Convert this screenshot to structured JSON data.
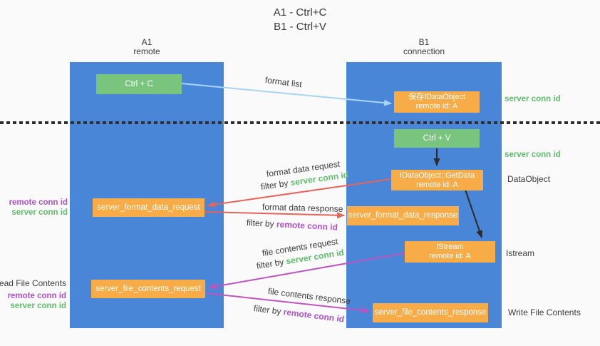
{
  "title": {
    "line1": "A1 - Ctrl+C",
    "line2": "B1 - Ctrl+V"
  },
  "columns": {
    "left": {
      "name": "A1",
      "role": "remote"
    },
    "right": {
      "name": "B1",
      "role": "connection"
    }
  },
  "nodes": {
    "ctrl_c": {
      "label": "Ctrl + C"
    },
    "save_dataobject": {
      "line1": "保存IDataObject",
      "line2": "remote id: A"
    },
    "ctrl_v": {
      "label": "Ctrl + V"
    },
    "getdata": {
      "line1": "IDataObject::GetData",
      "line2": "remote id: A"
    },
    "format_request": {
      "label": "server_format_data_request"
    },
    "format_response": {
      "label": "server_format_data_response"
    },
    "istream": {
      "line1": "IStream",
      "line2": "remote id: A"
    },
    "file_request": {
      "label": "server_file_contents_request"
    },
    "file_response": {
      "label": "server_file_contents_response"
    }
  },
  "flow_labels": {
    "format_list": "format list",
    "format_data_request": "format data request",
    "format_data_response": "format data response",
    "file_contents_request": "file contents request",
    "file_contents_response": "file contents response",
    "filter_by": "filter by ",
    "server_conn_id": "server conn id",
    "remote_conn_id": "remote conn id"
  },
  "side_labels": {
    "server_conn_id": "server conn id",
    "remote_conn_id": "remote conn id",
    "dataobject": "DataObject",
    "istream": "Istream",
    "read_file_contents": "Read File Contents",
    "write_file_contents": "Write File Contents"
  },
  "colors": {
    "column_blue": "#4A86D8",
    "node_green": "#7AC57D",
    "node_orange": "#F8AC48",
    "arrow_lightblue": "#A9D4F2",
    "arrow_red": "#E8635A",
    "arrow_magenta": "#BE54BE",
    "arrow_black": "#2B2B2B",
    "text_green": "#5FBD6B",
    "text_purple": "#AE52C8",
    "text_dark": "#3C3C3C"
  }
}
